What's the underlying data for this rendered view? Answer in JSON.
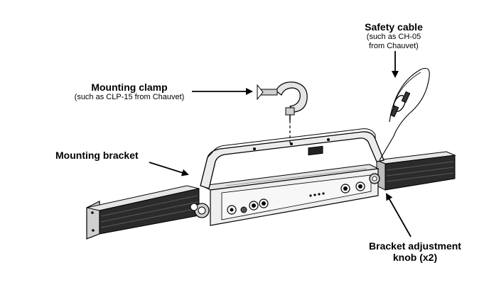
{
  "labels": {
    "clamp_title": "Mounting clamp",
    "clamp_sub": "(such as CLP-15 from Chauvet)",
    "cable_title": "Safety cable",
    "cable_sub_1": "(such as CH-05",
    "cable_sub_2": "from Chauvet)",
    "bracket_title": "Mounting bracket",
    "knob_title_1": "Bracket adjustment",
    "knob_title_2": "knob (x2)"
  },
  "colors": {
    "ink": "#000000",
    "fixture_fill": "#d9d9d9",
    "fixture_dark": "#2b2b2b",
    "panel_fill": "#efefef",
    "background": "#ffffff"
  },
  "icons": [
    "arrow-icon",
    "clamp-icon",
    "safety-cable-icon",
    "fixture-bar-icon",
    "mounting-bracket-icon",
    "adjustment-knob-icon"
  ]
}
